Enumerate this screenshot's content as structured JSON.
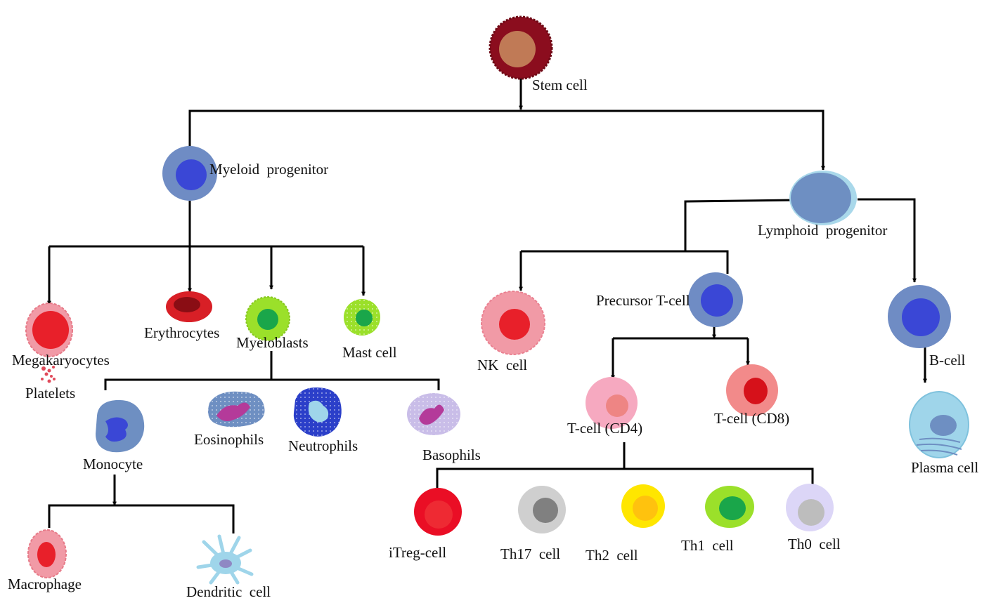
{
  "colors": {
    "line": "#000000",
    "stem_outer": "#8b0d1e",
    "stem_inner": "#c07a56",
    "progenitor_outer": "#6f8cc4",
    "progenitor_inner": "#3a47d6",
    "lymphoid_halo": "#a9d8ea",
    "red_cell": "#e8202a",
    "green_cell": "#1aa64a",
    "lime_cell": "#9be02a",
    "pink_cell": "#f6a9c0",
    "yellow_cell": "#ffe600",
    "gray_cell": "#8a8a8a",
    "lavender_cell": "#dcd6f7",
    "plasma_cell": "#9fd5ea"
  },
  "cells": {
    "stem": "Stem cell",
    "myeloid": "Myeloid  progenitor",
    "lymphoid": "Lymphoid  progenitor",
    "megakaryocytes": "Megakaryocytes",
    "platelets": "Platelets",
    "erythrocytes": "Erythrocytes",
    "myeloblasts": "Myeloblasts",
    "mast": "Mast cell",
    "monocyte": "Monocyte",
    "eosinophils": "Eosinophils",
    "neutrophils": "Neutrophils",
    "basophils": "Basophils",
    "macrophage": "Macrophage",
    "dendritic": "Dendritic  cell",
    "nk": "NK  cell",
    "precursor_t": "Precursor T-cell",
    "bcell": "B-cell",
    "plasma": "Plasma cell",
    "tcd4": "T-cell (CD4)",
    "tcd8": "T-cell (CD8)",
    "itreg": "iTreg-cell",
    "th17": "Th17  cell",
    "th2": "Th2  cell",
    "th1": "Th1  cell",
    "th0": "Th0  cell"
  }
}
